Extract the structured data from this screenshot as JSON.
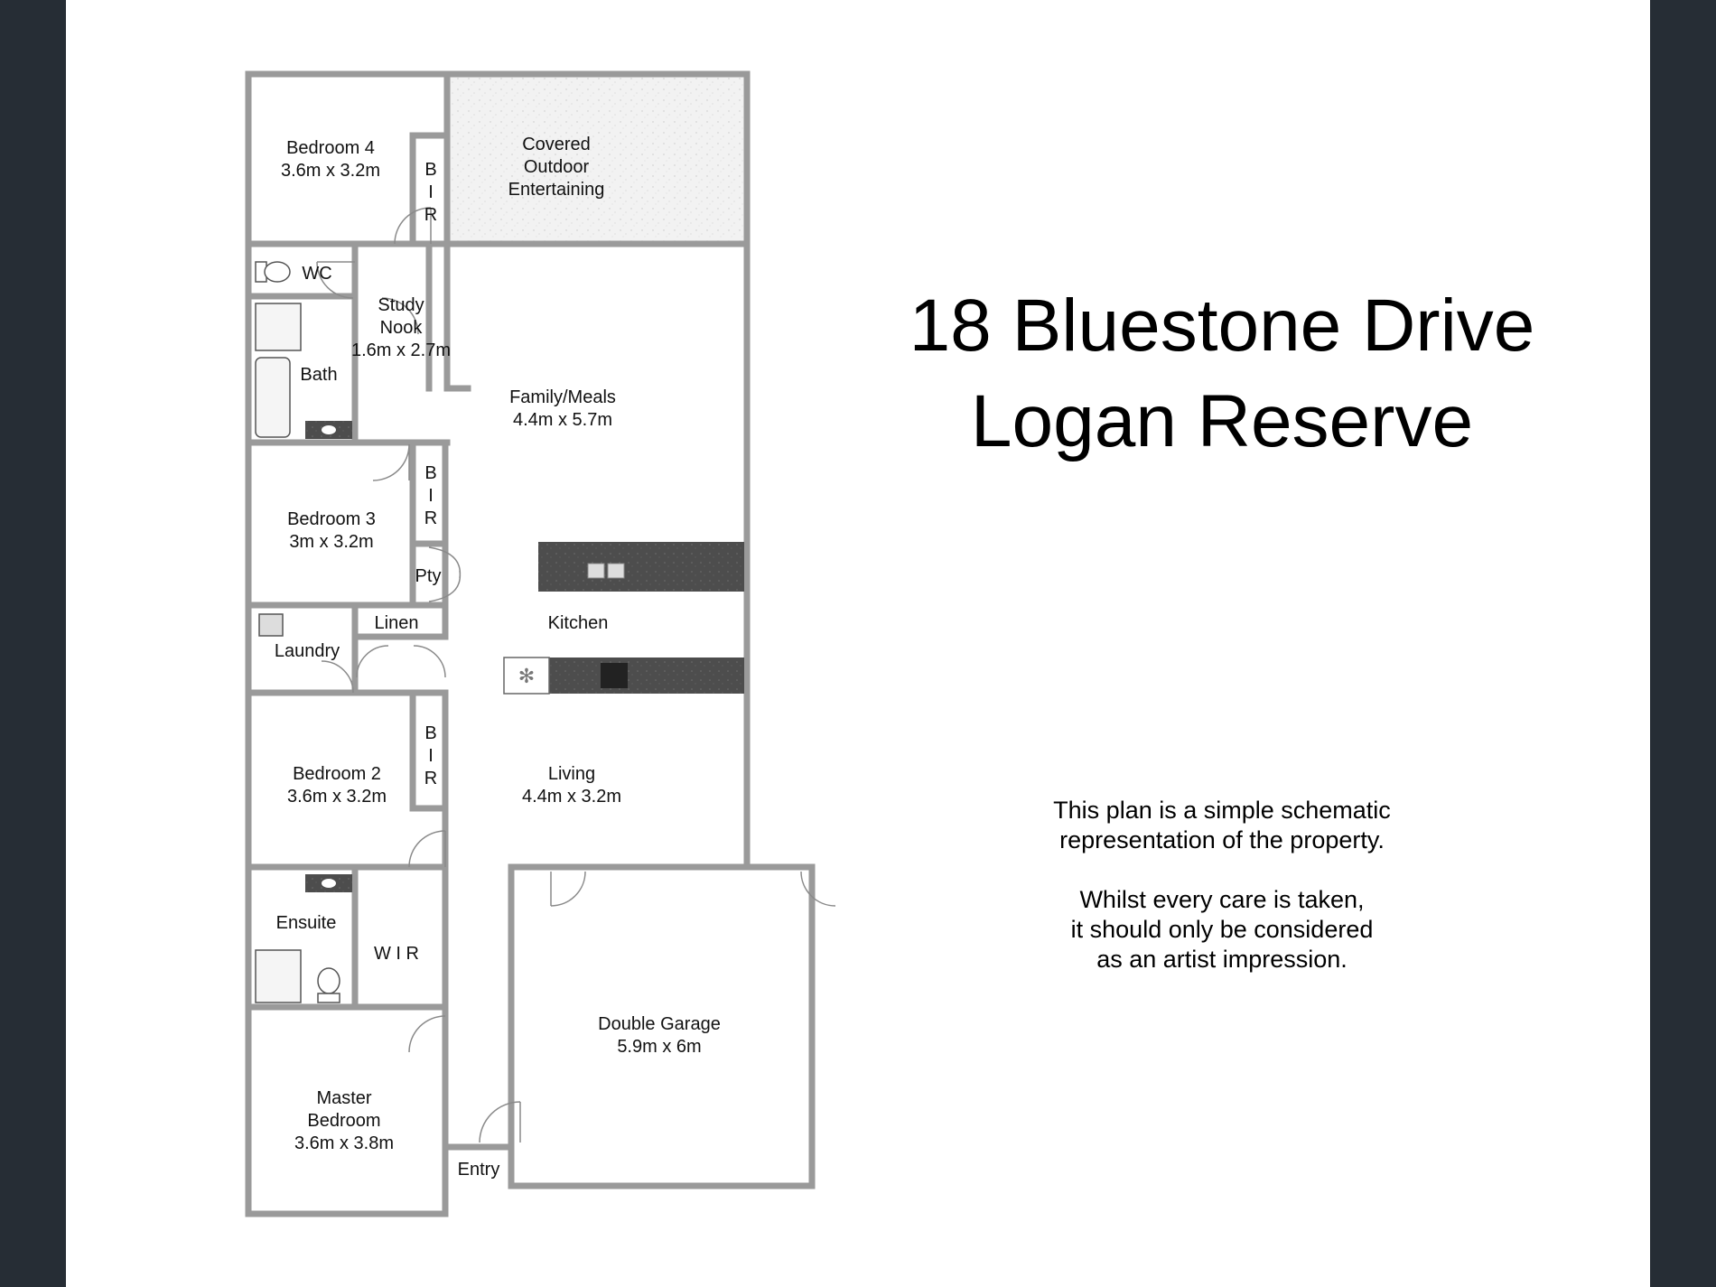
{
  "title": {
    "line1": "18 Bluestone Drive",
    "line2": "Logan Reserve"
  },
  "disclaimer": {
    "line1": "This plan is a simple schematic",
    "line2": "representation of the property.",
    "line3": "Whilst every care is taken,",
    "line4": "it should only be considered",
    "line5": "as an artist impression."
  },
  "rooms": {
    "bedroom4": {
      "name": "Bedroom 4",
      "size": "3.6m x 3.2m"
    },
    "bir_letters": [
      "B",
      "I",
      "R"
    ],
    "covered_outdoor": [
      "Covered",
      "Outdoor",
      "Entertaining"
    ],
    "wc": "WC",
    "study": {
      "line1": "Study",
      "line2": "Nook",
      "size": "1.6m x 2.7m"
    },
    "bath": "Bath",
    "family_meals": {
      "name": "Family/Meals",
      "size": "4.4m x 5.7m"
    },
    "bedroom3": {
      "name": "Bedroom 3",
      "size": "3m x 3.2m"
    },
    "pantry": "Pty",
    "laundry": "Laundry",
    "linen": "Linen",
    "kitchen": "Kitchen",
    "bedroom2": {
      "name": "Bedroom 2",
      "size": "3.6m x 3.2m"
    },
    "living": {
      "name": "Living",
      "size": "4.4m x 3.2m"
    },
    "ensuite": "Ensuite",
    "wir": "W I R",
    "garage": {
      "name": "Double Garage",
      "size": "5.9m x 6m"
    },
    "master": {
      "line1": "Master",
      "line2": "Bedroom",
      "size": "3.6m x 3.8m"
    },
    "entry": "Entry"
  },
  "colors": {
    "background": "#262d35",
    "page": "#ffffff",
    "wall": "#9a9a9a",
    "wall_outline": "#666666",
    "benchtop": "#4a4a4a",
    "outdoor_fill": "#f0f0f0"
  }
}
